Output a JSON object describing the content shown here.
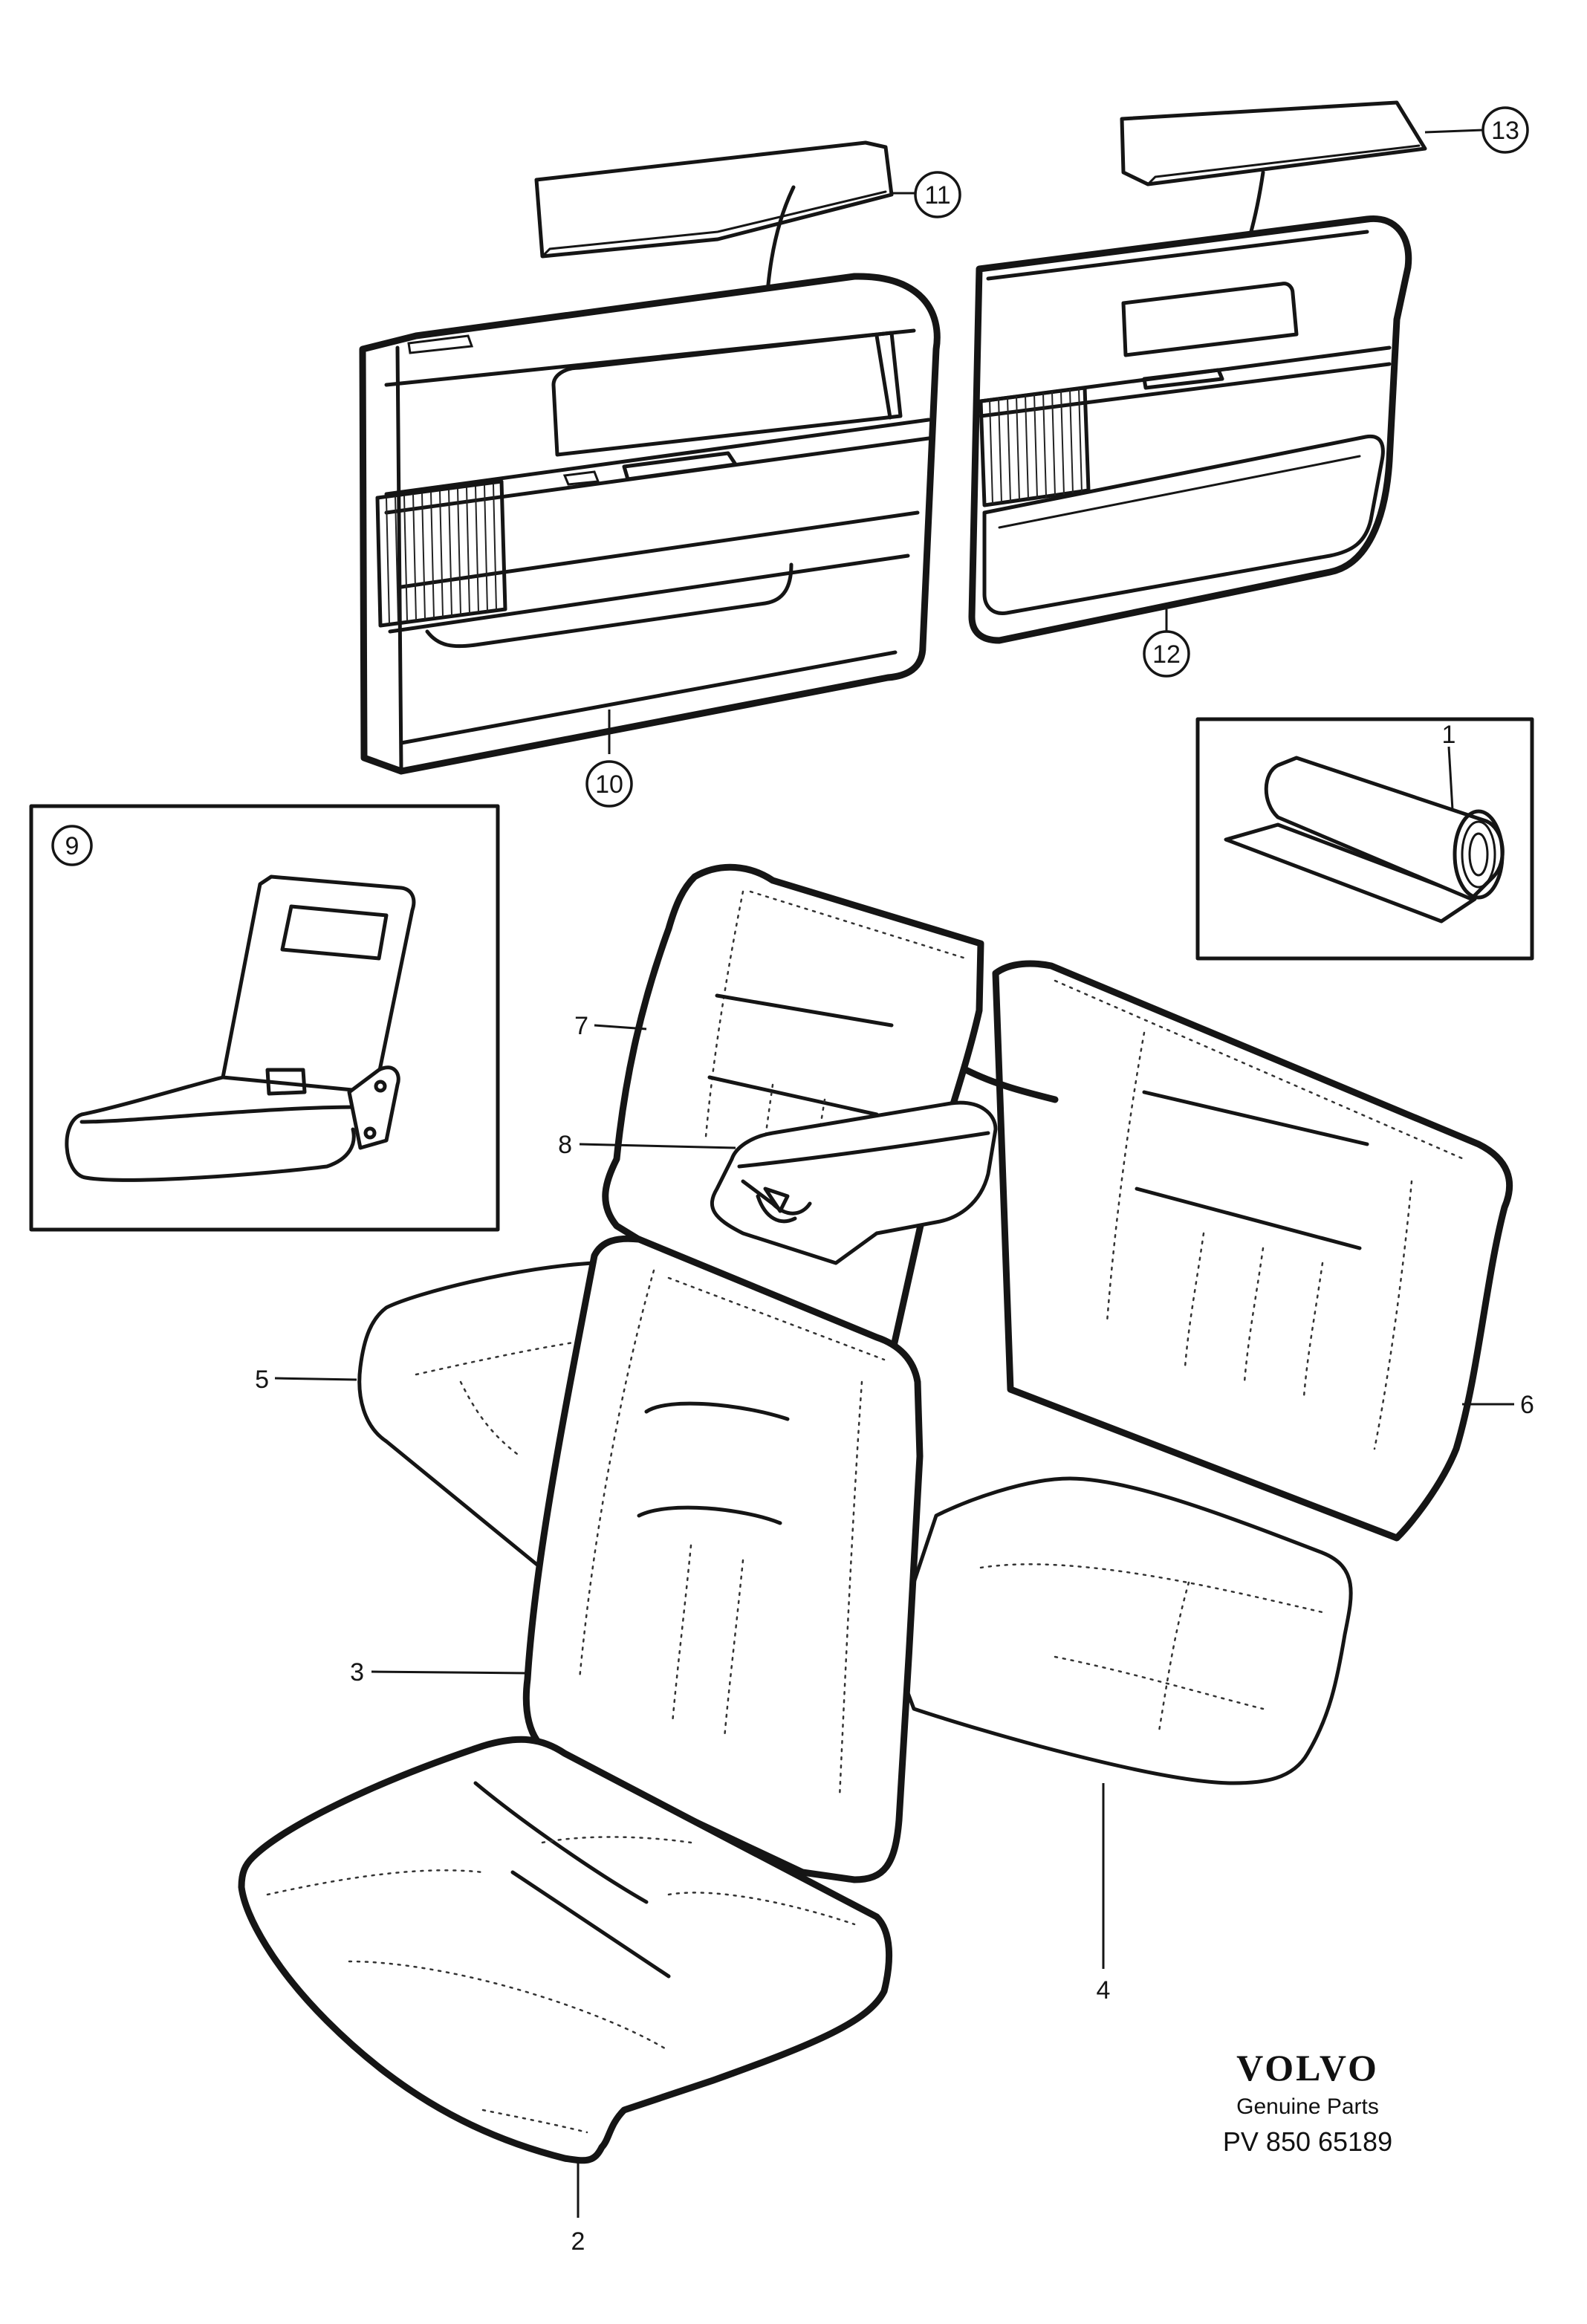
{
  "callouts": [
    {
      "id": "1",
      "circled": false
    },
    {
      "id": "2",
      "circled": false
    },
    {
      "id": "3",
      "circled": false
    },
    {
      "id": "4",
      "circled": false
    },
    {
      "id": "5",
      "circled": false
    },
    {
      "id": "6",
      "circled": false
    },
    {
      "id": "7",
      "circled": false
    },
    {
      "id": "8",
      "circled": false
    },
    {
      "id": "9",
      "circled": true
    },
    {
      "id": "10",
      "circled": true
    },
    {
      "id": "11",
      "circled": true
    },
    {
      "id": "12",
      "circled": true
    },
    {
      "id": "13",
      "circled": true
    }
  ],
  "brand": {
    "name": "VOLVO",
    "tagline": "Genuine Parts",
    "code": "PV 850 65189"
  }
}
